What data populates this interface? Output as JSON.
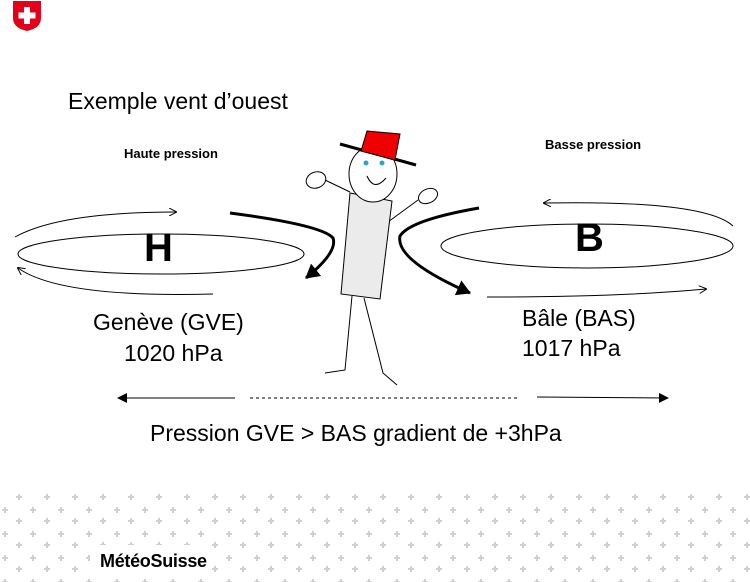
{
  "title": "Exemple vent d’ouest",
  "high": {
    "label": "Haute pression",
    "letter": "H",
    "city": "Genève (GVE)",
    "pressure": "1020 hPa"
  },
  "low": {
    "label": "Basse pression",
    "letter": "B",
    "city": "Bâle (BAS)",
    "pressure": "1017 hPa"
  },
  "caption": "Pression GVE > BAS gradient de +3hPa",
  "brand": "MétéoSuisse",
  "colors": {
    "flag": "#e2001a",
    "hat": "#ee0000",
    "eyes": "#29a6c9",
    "pattern": "#d0d0d0"
  },
  "icons": {
    "logo": "swiss-cross-icon",
    "figure": "stick-figure"
  }
}
